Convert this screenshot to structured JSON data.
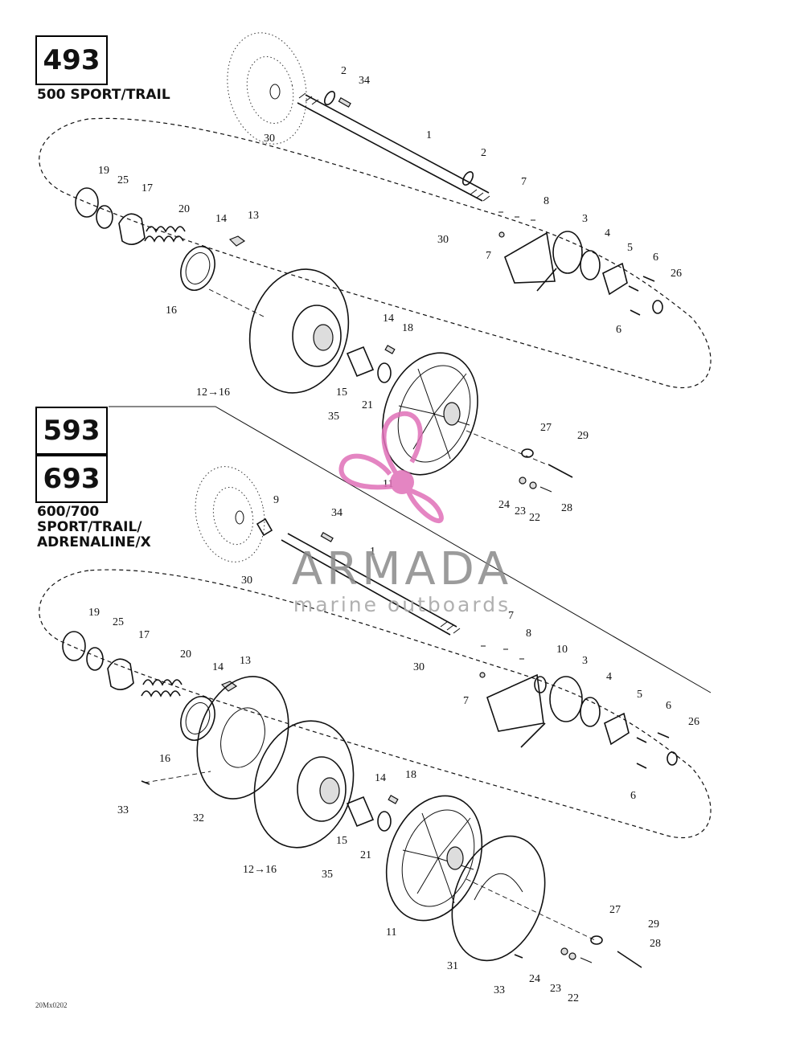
{
  "models": {
    "m493": "493",
    "m493_desc": "500 SPORT/TRAIL",
    "m593": "593",
    "m693": "693",
    "m693_desc": [
      "600/700",
      "SPORT/TRAIL/",
      "ADRENALINE/X"
    ]
  },
  "reference_code": "20Mx0202",
  "watermark": {
    "brand": "ARMADA",
    "tagline": "marine outboards",
    "colors": {
      "logo": "#e070b8",
      "text": "#8a8a8a"
    }
  },
  "callouts_top": [
    "2",
    "34",
    "30",
    "1",
    "2",
    "7",
    "8",
    "30",
    "7",
    "3",
    "4",
    "5",
    "6",
    "26",
    "6",
    "19",
    "25",
    "17",
    "20",
    "14",
    "13",
    "16",
    "14",
    "18",
    "12→16",
    "15",
    "21",
    "35",
    "27",
    "29",
    "24",
    "23",
    "22",
    "28",
    "11"
  ],
  "callouts_bottom": [
    "9",
    "34",
    "30",
    "1",
    "7",
    "8",
    "30",
    "10",
    "3",
    "7",
    "4",
    "5",
    "6",
    "26",
    "6",
    "19",
    "25",
    "17",
    "20",
    "14",
    "13",
    "16",
    "33",
    "32",
    "14",
    "18",
    "15",
    "21",
    "12→16",
    "35",
    "11",
    "27",
    "29",
    "28",
    "31",
    "24",
    "23",
    "22",
    "33"
  ]
}
